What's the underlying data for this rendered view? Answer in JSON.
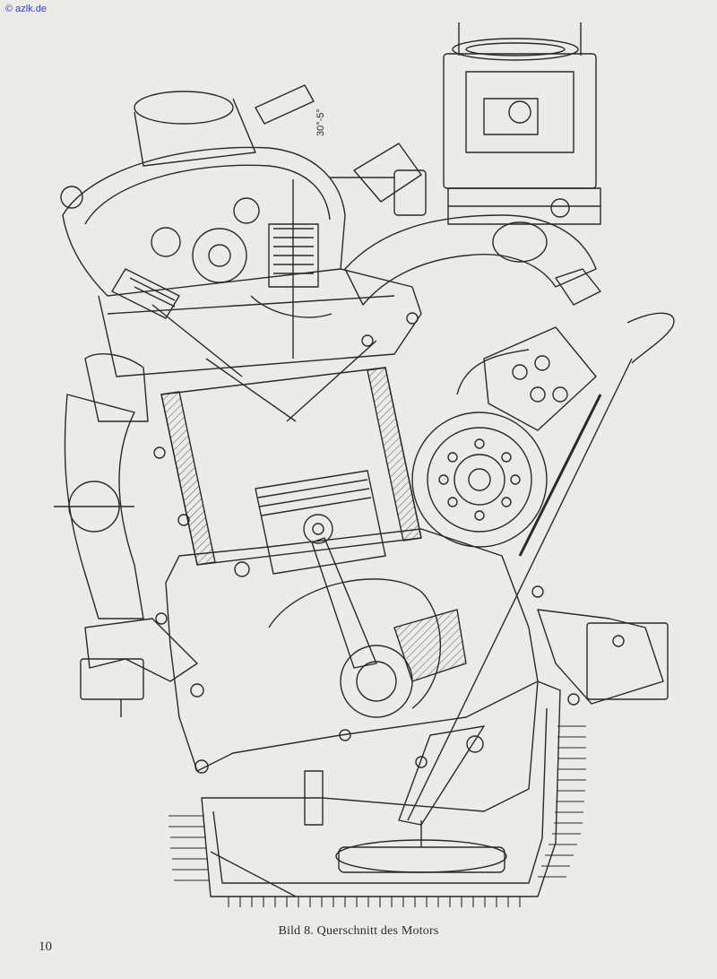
{
  "watermark": "© azlk.de",
  "figure": {
    "caption": "Bild 8. Querschnitt des Motors",
    "angle_label": "30°-5°",
    "image_icon": "engine-cross-section-drawing"
  },
  "page": {
    "number": "10"
  },
  "colors": {
    "paper": "#ecebe6",
    "ink": "#2a2a2a",
    "watermark": "#2f3fd0"
  }
}
